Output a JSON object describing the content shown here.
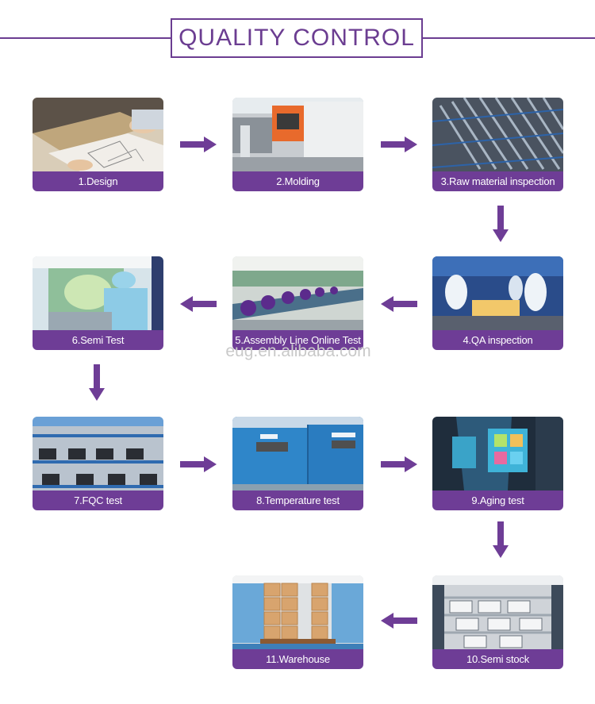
{
  "title": "QUALITY CONTROL",
  "watermark": "eug.en.alibaba.com",
  "colors": {
    "accent": "#6b3d91",
    "label_bg": "#6e3d96"
  },
  "steps": [
    {
      "label": "1.Design"
    },
    {
      "label": "2.Molding"
    },
    {
      "label": "3.Raw material inspection"
    },
    {
      "label": "4.QA inspection"
    },
    {
      "label": "5.Assembly Line Online Test"
    },
    {
      "label": "6.Semi Test"
    },
    {
      "label": "7.FQC test"
    },
    {
      "label": "8.Temperature test"
    },
    {
      "label": "9.Aging test"
    },
    {
      "label": "10.Semi stock"
    },
    {
      "label": "11.Warehouse"
    }
  ]
}
